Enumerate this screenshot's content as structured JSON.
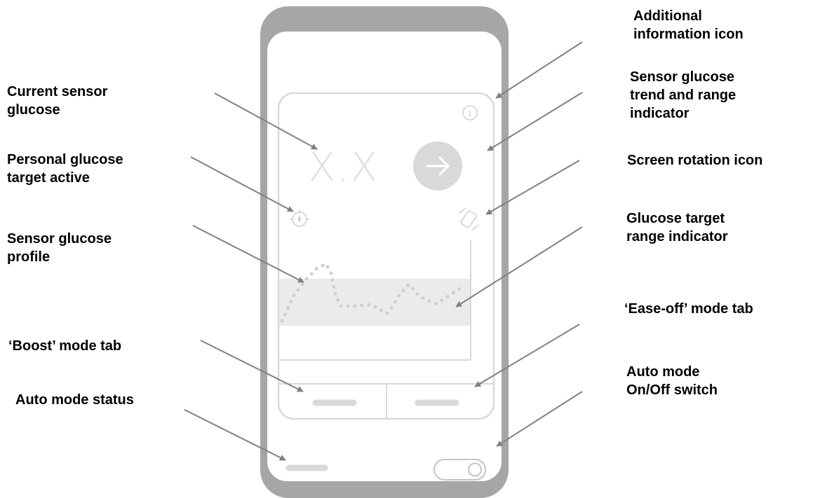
{
  "screen": {
    "glucose_value": "X.X",
    "info_icon": "i"
  },
  "labels": {
    "additional_info": [
      "Additional",
      "information icon"
    ],
    "trend_indicator": [
      "Sensor glucose",
      "trend and range",
      "indicator"
    ],
    "screen_rotation": [
      "Screen rotation icon"
    ],
    "target_range": [
      "Glucose target",
      "range indicator"
    ],
    "ease_off_tab": [
      "‘Ease-off’ mode tab"
    ],
    "auto_switch": [
      "Auto mode",
      "On/Off switch"
    ],
    "current_glucose": [
      "Current sensor",
      "glucose"
    ],
    "personal_target": [
      "Personal glucose",
      "target active"
    ],
    "glucose_profile": [
      "Sensor glucose",
      "profile"
    ],
    "boost_tab": [
      "‘Boost’ mode tab"
    ],
    "auto_status": [
      "Auto mode status"
    ]
  },
  "icons": {
    "info": "info-icon",
    "trend_arrow": "arrow-right-icon",
    "personal_target": "target-icon",
    "rotation": "screen-rotation-icon",
    "auto_switch": "toggle-switch-icon"
  },
  "colors": {
    "phone_frame": "#a6a6a6",
    "ui_stroke": "#d9d9d9",
    "target_band": "#ebebeb",
    "trend_circle": "#d9d9d9",
    "leader_line": "#808080"
  }
}
